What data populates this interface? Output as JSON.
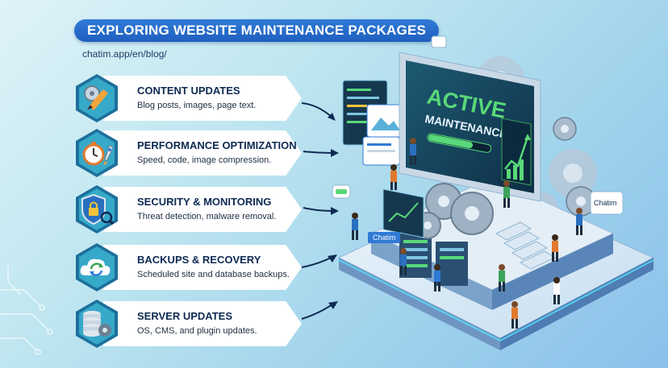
{
  "title": "EXPLORING WEBSITE MAINTENANCE PACKAGES",
  "url": "chatim.app/en/blog/",
  "cards": [
    {
      "heading": "CONTENT UPDATES",
      "description": "Blog posts, images, page text.",
      "icon": "pencil-gear-icon"
    },
    {
      "heading": "PERFORMANCE OPTIMIZATION",
      "description": "Speed, code, image compression.",
      "icon": "stopwatch-rocket-icon"
    },
    {
      "heading": "SECURITY & MONITORING",
      "description": "Threat detection, malware removal.",
      "icon": "shield-lock-icon"
    },
    {
      "heading": "BACKUPS & RECOVERY",
      "description": "Scheduled site and database backups.",
      "icon": "cloud-sync-icon"
    },
    {
      "heading": "SERVER UPDATES",
      "description": "OS, CMS, and plugin updates.",
      "icon": "server-gear-icon"
    }
  ],
  "monitor": {
    "line1": "ACTIVE",
    "line2": "MAINTENANCE"
  },
  "badges": {
    "platform": "Chatim",
    "side": "Chatim"
  },
  "colors": {
    "accent": "#1f5fbf",
    "hex": "#1f8fb0",
    "screen": "#0f3550",
    "green": "#59d879"
  }
}
